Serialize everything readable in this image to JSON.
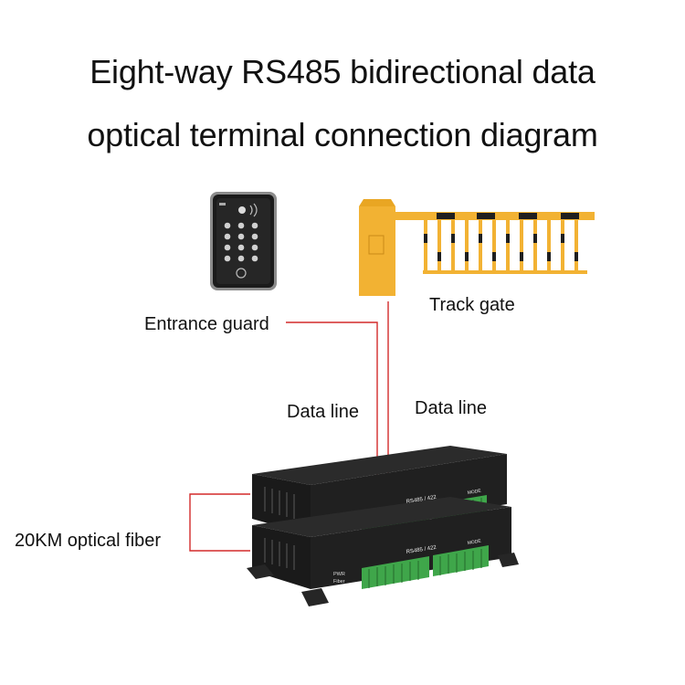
{
  "title": {
    "line1": "Eight-way RS485 bidirectional data",
    "line2": "optical terminal connection diagram"
  },
  "labels": {
    "track_gate": "Track gate",
    "entrance_guard": "Entrance guard",
    "data_line_left": "Data line",
    "data_line_right": "Data line",
    "optical_fiber": "20KM optical fiber"
  },
  "device": {
    "panel_text": "RS485 / 422",
    "mode_text": "MODE",
    "pwr_text": "PWR",
    "fiber_text": "Fiber"
  },
  "colors": {
    "wire": "#d32a2a",
    "gate_yellow": "#f2b233",
    "device_body": "#1e1e1e",
    "terminal_green": "#3fa64a"
  }
}
